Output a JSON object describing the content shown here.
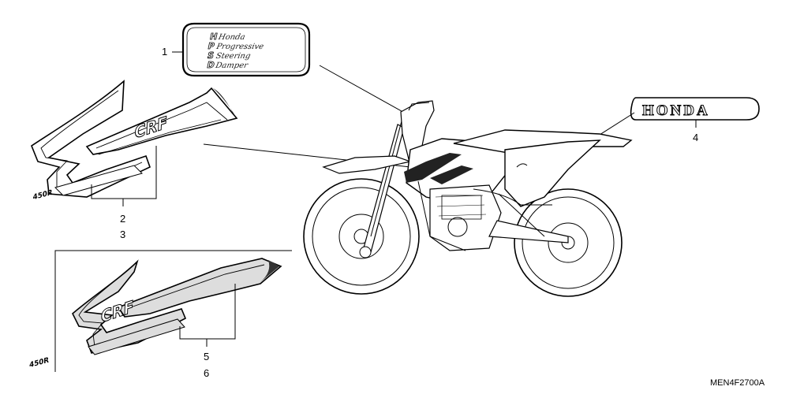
{
  "callouts": {
    "c1": "1",
    "c2": "2",
    "c3": "3",
    "c4": "4",
    "c5": "5",
    "c6": "6"
  },
  "diagram_code": "MEN4F2700A",
  "hpsd_badge": {
    "line1": "Honda",
    "line2": "Progressive",
    "line3": "Steering",
    "line4": "Damper"
  },
  "honda_emblem": "HONDA",
  "stripe_text": {
    "crf": "CRF",
    "model": "450R"
  }
}
